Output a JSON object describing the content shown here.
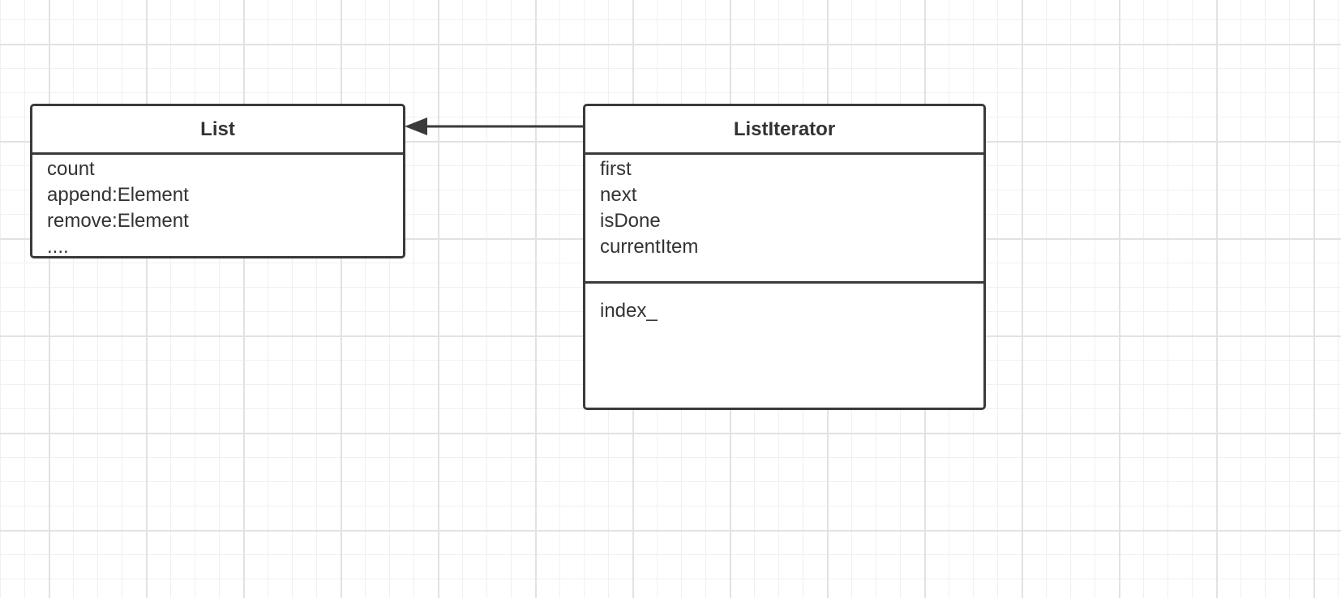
{
  "diagram": {
    "classes": [
      {
        "name": "List",
        "members": [
          "count",
          "append:Element",
          "remove:Element",
          "...."
        ]
      },
      {
        "name": "ListIterator",
        "members": [
          "first",
          "next",
          "isDone",
          "currentItem"
        ],
        "extra_members": [
          "index_"
        ]
      }
    ],
    "relation": {
      "from": "ListIterator",
      "to": "List",
      "type": "association-arrow"
    },
    "colors": {
      "stroke": "#3a3a3a",
      "text": "#333333",
      "grid_major": "#e2e2e2",
      "grid_minor": "#f0f0f0"
    }
  }
}
